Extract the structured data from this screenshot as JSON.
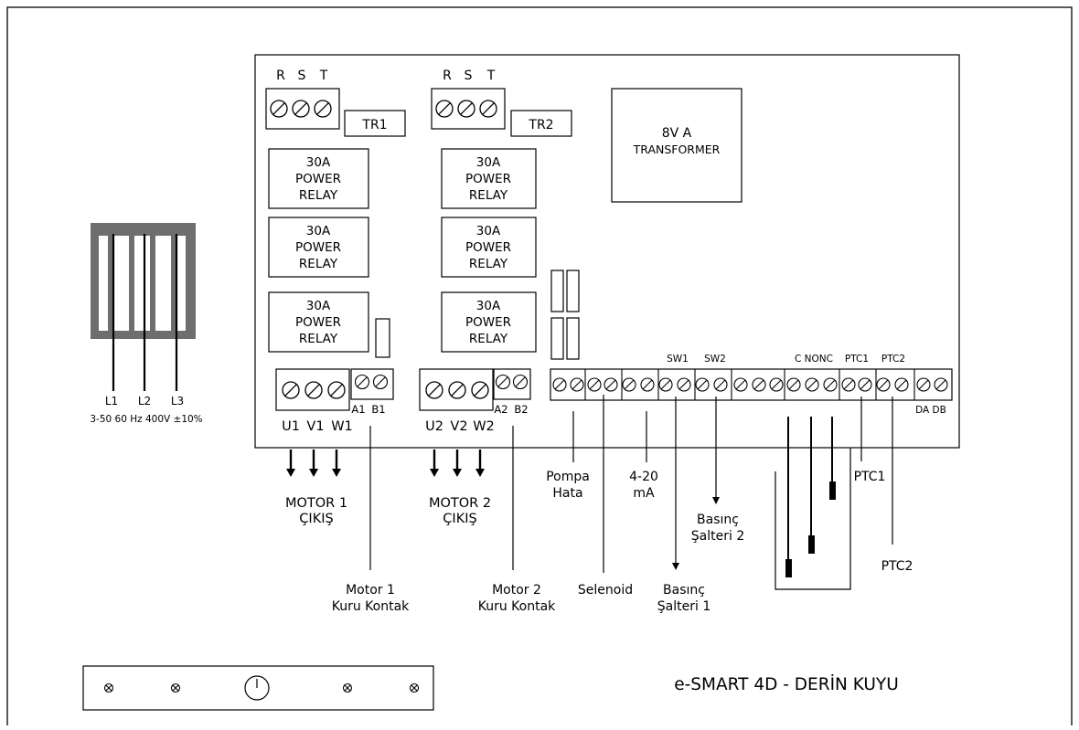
{
  "title": "e-SMART 4D - DERİN KUYU",
  "mains": {
    "phases": [
      "L1",
      "L2",
      "L3"
    ],
    "supply": "3-50 60 Hz 400V ±10%"
  },
  "terminals": {
    "input_1": [
      "R",
      "S",
      "T"
    ],
    "input_2": [
      "R",
      "S",
      "T"
    ],
    "motor_1": [
      "U1",
      "V1",
      "W1"
    ],
    "motor_1_contact": [
      "A1",
      "B1"
    ],
    "motor_2": [
      "U2",
      "V2",
      "W2"
    ],
    "motor_2_contact": [
      "A2",
      "B2"
    ],
    "bus_top": [
      "SW1",
      "SW2",
      "C NONC",
      "PTC1",
      "PTC2"
    ],
    "bus_bottom": "DA DB"
  },
  "components": {
    "tr1": "TR1",
    "tr2": "TR2",
    "transformer": [
      "8V A",
      "TRANSFORMER"
    ],
    "relay": [
      "30A",
      "POWER",
      "RELAY"
    ]
  },
  "outputs": {
    "motor_1": [
      "MOTOR 1",
      "ÇIKIŞ"
    ],
    "motor_2": [
      "MOTOR 2",
      "ÇIKIŞ"
    ],
    "motor_1_contact": [
      "Motor 1",
      "Kuru Kontak"
    ],
    "motor_2_contact": [
      "Motor 2",
      "Kuru Kontak"
    ],
    "pump_fault": [
      "Pompa",
      "Hata"
    ],
    "solenoid": "Selenoid",
    "analog": [
      "4-20",
      "mA"
    ],
    "pressure_1": [
      "Basınç",
      "Şalteri 1"
    ],
    "pressure_2": [
      "Basınç",
      "Şalteri 2"
    ],
    "ptc1": "PTC1",
    "ptc2": "PTC2"
  }
}
